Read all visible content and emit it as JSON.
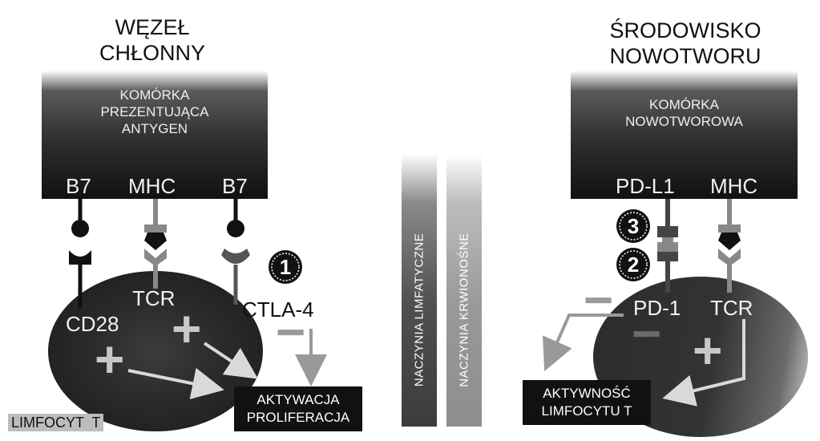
{
  "left": {
    "heading": [
      "WĘZEŁ",
      "CHŁONNY"
    ],
    "apc_label": [
      "KOMÓRKA",
      "PREZENTUJĄCA",
      "ANTYGEN"
    ],
    "ligands": [
      "B7",
      "MHC",
      "B7"
    ],
    "receptors": [
      "CD28",
      "TCR",
      "CTLA-4"
    ],
    "badge": "1",
    "plus": "+",
    "minus": "−",
    "outcome": [
      "AKTYWACJA",
      "PROLIFERACJA"
    ],
    "cell_label": "LIMFOCYT  T"
  },
  "vessels": [
    "NACZYNIA  LIMFATYCZNE",
    "NACZYNIA  KRWIONOŚNE"
  ],
  "right": {
    "heading": [
      "ŚRODOWISKO",
      "NOWOTWORU"
    ],
    "tumor_label": [
      "KOMÓRKA",
      "NOWOTWOROWA"
    ],
    "ligands": [
      "PD-L1",
      "MHC"
    ],
    "receptors": [
      "PD-1",
      "TCR"
    ],
    "badges": [
      "3",
      "2"
    ],
    "plus": "+",
    "minus": "−",
    "outcome": [
      "AKTYWNOŚĆ",
      "LIMFOCYTU T"
    ]
  }
}
